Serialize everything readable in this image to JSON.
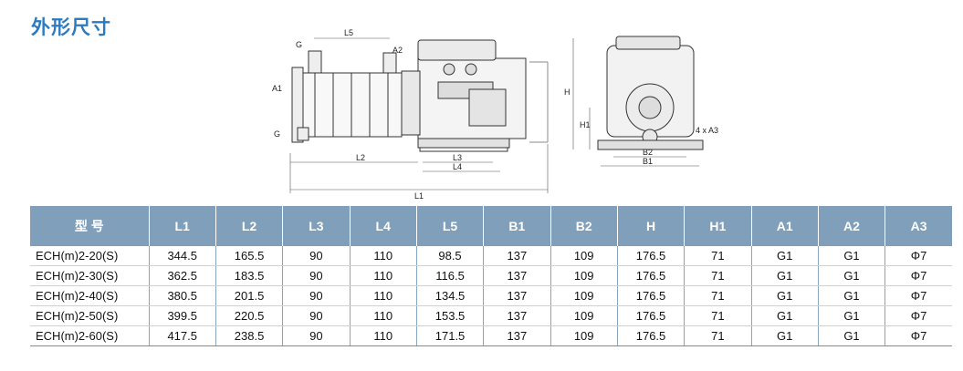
{
  "page": {
    "title": "外形尺寸"
  },
  "drawing_labels": {
    "g_top": "G",
    "g_bottom": "G",
    "l5": "L5",
    "a2": "A2",
    "a1": "A1",
    "l2": "L2",
    "l3": "L3",
    "l4": "L4",
    "l1": "L1",
    "h": "H",
    "h1": "H1",
    "b2": "B2",
    "b1": "B1",
    "a3": "4 x A3"
  },
  "table": {
    "headers": [
      "型 号",
      "L1",
      "L2",
      "L3",
      "L4",
      "L5",
      "B1",
      "B2",
      "H",
      "H1",
      "A1",
      "A2",
      "A3"
    ],
    "rows": [
      [
        "ECH(m)2-20(S)",
        "344.5",
        "165.5",
        "90",
        "110",
        "98.5",
        "137",
        "109",
        "176.5",
        "71",
        "G1",
        "G1",
        "Φ7"
      ],
      [
        "ECH(m)2-30(S)",
        "362.5",
        "183.5",
        "90",
        "110",
        "116.5",
        "137",
        "109",
        "176.5",
        "71",
        "G1",
        "G1",
        "Φ7"
      ],
      [
        "ECH(m)2-40(S)",
        "380.5",
        "201.5",
        "90",
        "110",
        "134.5",
        "137",
        "109",
        "176.5",
        "71",
        "G1",
        "G1",
        "Φ7"
      ],
      [
        "ECH(m)2-50(S)",
        "399.5",
        "220.5",
        "90",
        "110",
        "153.5",
        "137",
        "109",
        "176.5",
        "71",
        "G1",
        "G1",
        "Φ7"
      ],
      [
        "ECH(m)2-60(S)",
        "417.5",
        "238.5",
        "90",
        "110",
        "171.5",
        "137",
        "109",
        "176.5",
        "71",
        "G1",
        "G1",
        "Φ7"
      ]
    ]
  }
}
